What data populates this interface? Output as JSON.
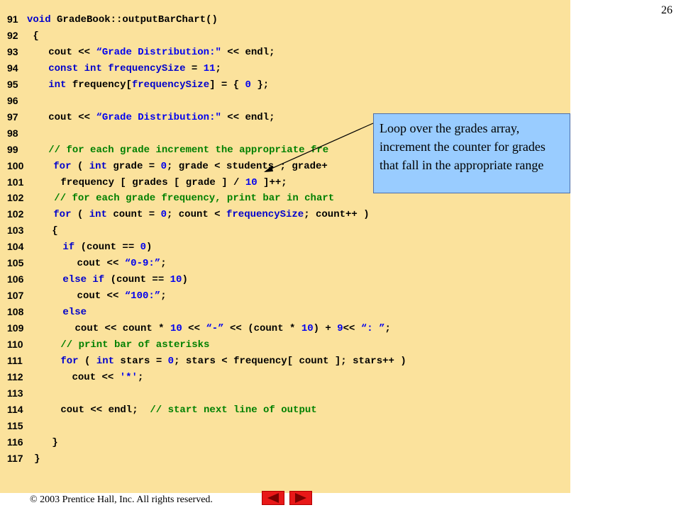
{
  "slide_number": "26",
  "copyright": "© 2003 Prentice Hall, Inc.  All rights reserved.",
  "callout_text": "Loop over the grades array, increment the counter for grades that fall in the appropriate range",
  "lines": [
    {
      "n": "91",
      "indent": 0,
      "tokens": [
        [
          "kw",
          "void"
        ],
        [
          "t",
          " GradeBook::outputBarChart()"
        ]
      ]
    },
    {
      "n": "92",
      "indent": 0,
      "tokens": [
        [
          "t",
          " {"
        ]
      ]
    },
    {
      "n": "93",
      "indent": 3,
      "tokens": [
        [
          "t",
          "cout << "
        ],
        [
          "lit",
          "“Grade Distribution:\""
        ],
        [
          "t",
          " << endl;"
        ]
      ]
    },
    {
      "n": "94",
      "indent": 3,
      "tokens": [
        [
          "kw",
          "const int"
        ],
        [
          "t",
          " "
        ],
        [
          "id",
          "frequencySize"
        ],
        [
          "t",
          " = "
        ],
        [
          "lit",
          "11"
        ],
        [
          "t",
          ";"
        ]
      ]
    },
    {
      "n": "95",
      "indent": 3,
      "tokens": [
        [
          "kw",
          "int"
        ],
        [
          "t",
          " frequency["
        ],
        [
          "id",
          "frequencySize"
        ],
        [
          "t",
          "] = { "
        ],
        [
          "lit",
          "0"
        ],
        [
          "t",
          " };"
        ]
      ]
    },
    {
      "n": "96",
      "indent": 0,
      "tokens": []
    },
    {
      "n": "97",
      "indent": 3,
      "tokens": [
        [
          "t",
          "cout << "
        ],
        [
          "lit",
          "“Grade Distribution:\""
        ],
        [
          "t",
          " << endl;"
        ]
      ]
    },
    {
      "n": "98",
      "indent": 0,
      "tokens": []
    },
    {
      "n": "99",
      "indent": 3,
      "tokens": [
        [
          "cm",
          "// for each grade increment the appropriate fre"
        ]
      ]
    },
    {
      "n": "100",
      "indent": 3.7,
      "tokens": [
        [
          "kw",
          "for"
        ],
        [
          "t",
          " ( "
        ],
        [
          "kw",
          "int"
        ],
        [
          "t",
          " grade = "
        ],
        [
          "lit",
          "0"
        ],
        [
          "t",
          "; grade < students ; grade+"
        ]
      ]
    },
    {
      "n": "101",
      "indent": 4.7,
      "tokens": [
        [
          "t",
          "frequency [ grades [ grade ] / "
        ],
        [
          "lit",
          "10"
        ],
        [
          "t",
          " ]++;"
        ]
      ]
    },
    {
      "n": "102",
      "indent": 3.8,
      "tokens": [
        [
          "cm",
          "// for each grade frequency, print bar in chart"
        ]
      ]
    },
    {
      "n": "102",
      "indent": 3.7,
      "tokens": [
        [
          "kw",
          "for"
        ],
        [
          "t",
          " ( "
        ],
        [
          "kw",
          "int"
        ],
        [
          "t",
          " count = "
        ],
        [
          "lit",
          "0"
        ],
        [
          "t",
          "; count < "
        ],
        [
          "id",
          "frequencySize"
        ],
        [
          "t",
          "; count++ )"
        ]
      ]
    },
    {
      "n": "103",
      "indent": 3.5,
      "tokens": [
        [
          "t",
          "{"
        ]
      ]
    },
    {
      "n": "104",
      "indent": 5,
      "tokens": [
        [
          "kw",
          "if"
        ],
        [
          "t",
          " (count == "
        ],
        [
          "lit",
          "0"
        ],
        [
          "t",
          ")"
        ]
      ]
    },
    {
      "n": "105",
      "indent": 7,
      "tokens": [
        [
          "t",
          "cout << "
        ],
        [
          "lit",
          "“0-9:”"
        ],
        [
          "t",
          ";"
        ]
      ]
    },
    {
      "n": "106",
      "indent": 5,
      "tokens": [
        [
          "kw",
          "else if"
        ],
        [
          "t",
          " (count == "
        ],
        [
          "lit",
          "10"
        ],
        [
          "t",
          ")"
        ]
      ]
    },
    {
      "n": "107",
      "indent": 7,
      "tokens": [
        [
          "t",
          "cout << "
        ],
        [
          "lit",
          "“100:”"
        ],
        [
          "t",
          ";"
        ]
      ]
    },
    {
      "n": "108",
      "indent": 5,
      "tokens": [
        [
          "kw",
          "else"
        ]
      ]
    },
    {
      "n": "109",
      "indent": 6.7,
      "tokens": [
        [
          "t",
          "cout << count * "
        ],
        [
          "lit",
          "10"
        ],
        [
          "t",
          " << "
        ],
        [
          "lit",
          "“-”"
        ],
        [
          "t",
          " << (count * "
        ],
        [
          "lit",
          "10"
        ],
        [
          "t",
          ") + "
        ],
        [
          "lit",
          "9"
        ],
        [
          "t",
          "<< "
        ],
        [
          "lit",
          "“: ”"
        ],
        [
          "t",
          ";"
        ]
      ]
    },
    {
      "n": "110",
      "indent": 4.7,
      "tokens": [
        [
          "cm",
          "// print bar of asterisks"
        ]
      ]
    },
    {
      "n": "111",
      "indent": 4.7,
      "tokens": [
        [
          "kw",
          "for"
        ],
        [
          "t",
          " ( "
        ],
        [
          "kw",
          "int"
        ],
        [
          "t",
          " stars = "
        ],
        [
          "lit",
          "0"
        ],
        [
          "t",
          "; stars < frequency[ count ]; stars++ )"
        ]
      ]
    },
    {
      "n": "112",
      "indent": 6.3,
      "tokens": [
        [
          "t",
          "cout << "
        ],
        [
          "lit",
          "'*'"
        ],
        [
          "t",
          ";"
        ]
      ]
    },
    {
      "n": "113",
      "indent": 0,
      "tokens": []
    },
    {
      "n": "114",
      "indent": 4.7,
      "tokens": [
        [
          "t",
          "cout << endl;  "
        ],
        [
          "cm",
          "// start next line of output"
        ]
      ]
    },
    {
      "n": "115",
      "indent": 0,
      "tokens": []
    },
    {
      "n": "116",
      "indent": 3.5,
      "tokens": [
        [
          "t",
          "}"
        ]
      ]
    },
    {
      "n": "117",
      "indent": 1,
      "tokens": [
        [
          "t",
          "}"
        ]
      ]
    }
  ],
  "colors": {
    "panel_bg": "#fbe29c",
    "callout_bg": "#99ccff",
    "keyword": "#0000cc",
    "literal": "#0000ee",
    "comment": "#008000",
    "nav_button": "#e81818"
  },
  "nav": {
    "prev_icon": "left-triangle-icon",
    "next_icon": "right-triangle-icon"
  }
}
